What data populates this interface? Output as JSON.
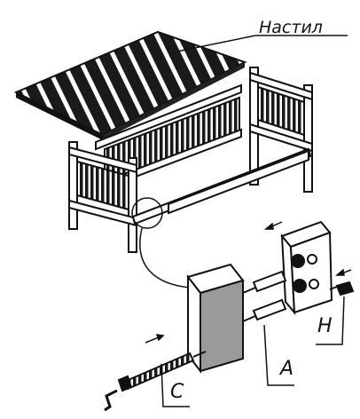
{
  "labels": {
    "slats": "Настил",
    "bolt": "C",
    "dowel": "A",
    "nut": "H"
  },
  "colors": {
    "ink": "#111111",
    "dark": "#222222",
    "gray": "#8a8a8a",
    "paper": "#ffffff"
  },
  "icons": {
    "arrow": "assembly-direction-arrow",
    "wrench": "hex-key-icon"
  }
}
